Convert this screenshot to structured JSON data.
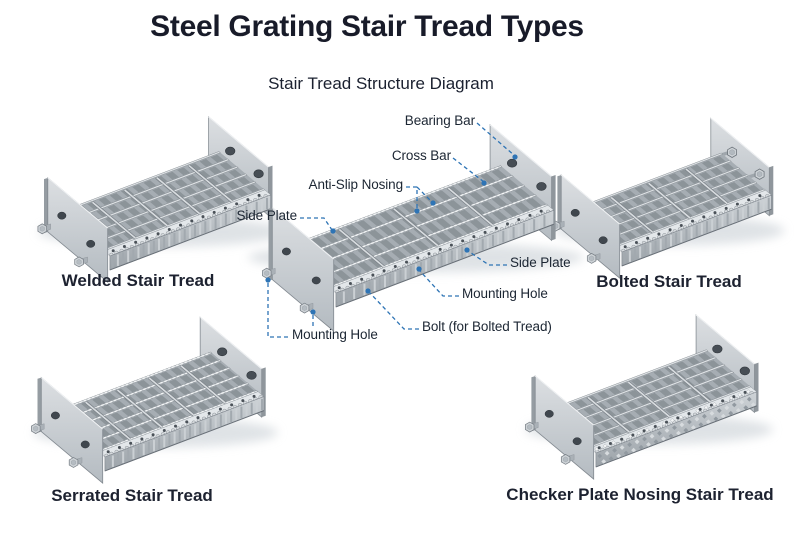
{
  "title": "Steel Grating Stair Tread Types",
  "subtitle": "Stair Tread Structure Diagram",
  "colors": {
    "accent_blue": "#2e74b5",
    "ink": "#1c2633",
    "metal_light": "#dfe3e6",
    "metal_dark": "#9aa2a8",
    "background": "#ffffff"
  },
  "center_diagram": {
    "annotations": {
      "bearing_bar": "Bearing Bar",
      "cross_bar": "Cross Bar",
      "anti_slip_nosing": "Anti-Slip Nosing",
      "side_plate_left": "Side Plate",
      "side_plate_right": "Side Plate",
      "mounting_hole_right": "Mounting Hole",
      "mounting_hole_bottom": "Mounting Hole",
      "bolt": "Bolt (for Bolted Tread)"
    }
  },
  "treads": {
    "welded": {
      "label": "Welded Stair Tread"
    },
    "bolted": {
      "label": "Bolted Stair Tread"
    },
    "serrated": {
      "label": "Serrated Stair Tread"
    },
    "checker_plate_nosing": {
      "label": "Checker Plate Nosing Stair Tread"
    }
  }
}
